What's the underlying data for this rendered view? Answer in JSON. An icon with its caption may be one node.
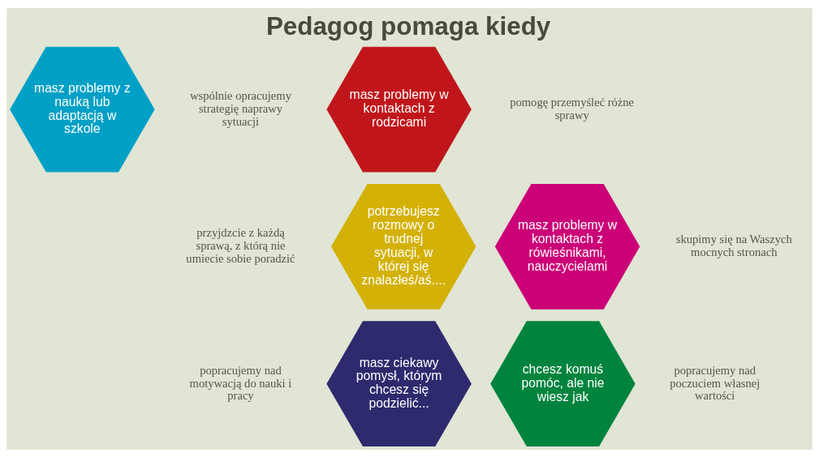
{
  "diagram": {
    "title": "Pedagog pomaga kiedy",
    "nodes": [
      {
        "text": [
          "masz problemy z nauką lub adaptacją w szkole"
        ],
        "beside": [
          "wspólnie opracujemy strategię naprawy sytuacji"
        ]
      },
      {
        "text": [
          "masz problemy w kontaktach z rodzicami"
        ],
        "beside": [
          "pomogę przemyśleć różne sprawy"
        ]
      },
      {
        "text": [
          "potrzebujesz rozmowy o trudnej sytuacji, w której się znalazłeś/aś...."
        ],
        "beside": [
          "przyjdzcie z każdą sprawą, z którą nie umiecie sobie poradzić"
        ]
      },
      {
        "text": [
          "masz problemy w kontaktach z rówieśnikami, nauczycielami"
        ],
        "beside": [
          "skupimy się na Waszych mocnych stronach"
        ]
      },
      {
        "text": [
          "masz ciekawy pomysł, którym chcesz się podzielić..."
        ],
        "beside": [
          "popracujemy nad motywacją do nauki i pracy"
        ]
      },
      {
        "text": [
          "chcesz komuś pomóc, ale nie wiesz jak"
        ],
        "beside": [
          "popracujemy nad poczuciem własnej wartości"
        ]
      }
    ],
    "edges": []
  }
}
